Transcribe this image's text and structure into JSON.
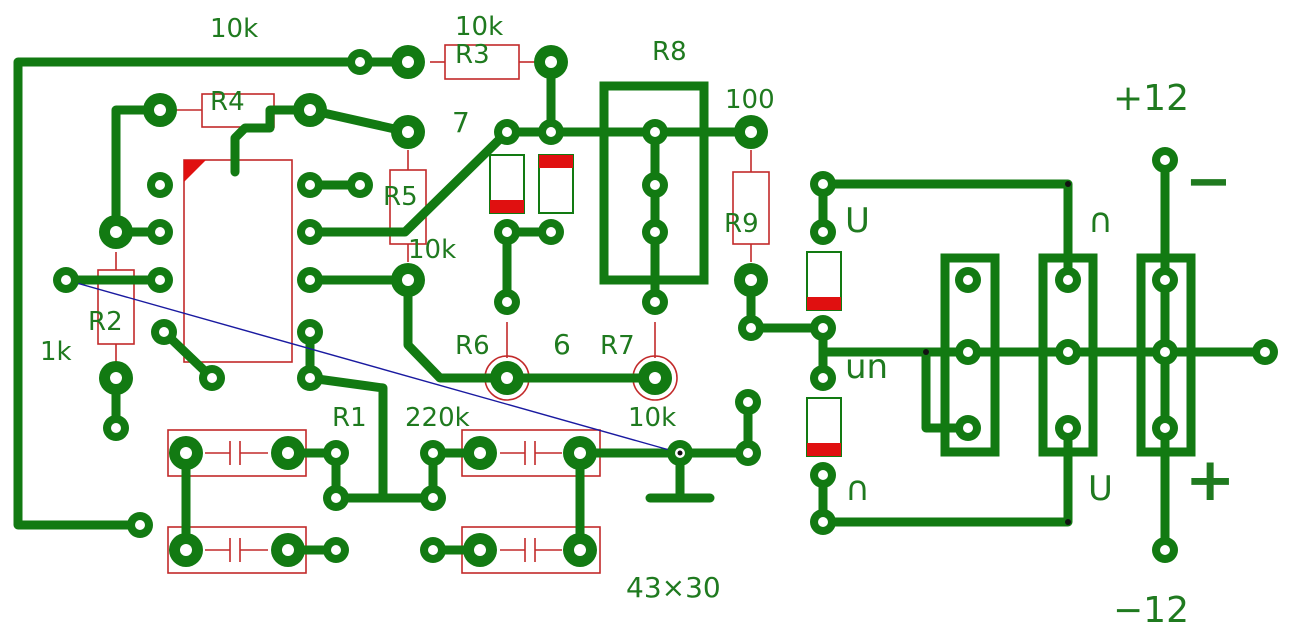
{
  "labels": {
    "r1": "R1",
    "r2": "R2",
    "r3": "R3",
    "r4": "R4",
    "r5": "R5",
    "r6": "R6",
    "r7": "R7",
    "r8": "R8",
    "r9": "R9",
    "val_10k_top_left": "10k",
    "val_10k_r3": "10k",
    "val_100": "100",
    "val_10k_r5": "10k",
    "val_1k": "1k",
    "val_220k": "220k",
    "val_10k_bottom": "10k",
    "pin_7": "7",
    "pin_6": "6",
    "board_size": "43×30",
    "supply_pos": "+12",
    "supply_neg": "−12",
    "polarity_minus": "−",
    "polarity_plus": "+",
    "mark_u_left": "U",
    "mark_n_right_top": "∩",
    "mark_un_mid": "un",
    "mark_n_left_bottom": "∩",
    "mark_u_right_bottom": "U"
  },
  "colors": {
    "copper": "#127a12",
    "outline": "#c22a2a",
    "airwire": "#1a1aa0",
    "label": "#1f7a1f",
    "pad_hole": "#ffffff",
    "marking": "#e01010"
  }
}
